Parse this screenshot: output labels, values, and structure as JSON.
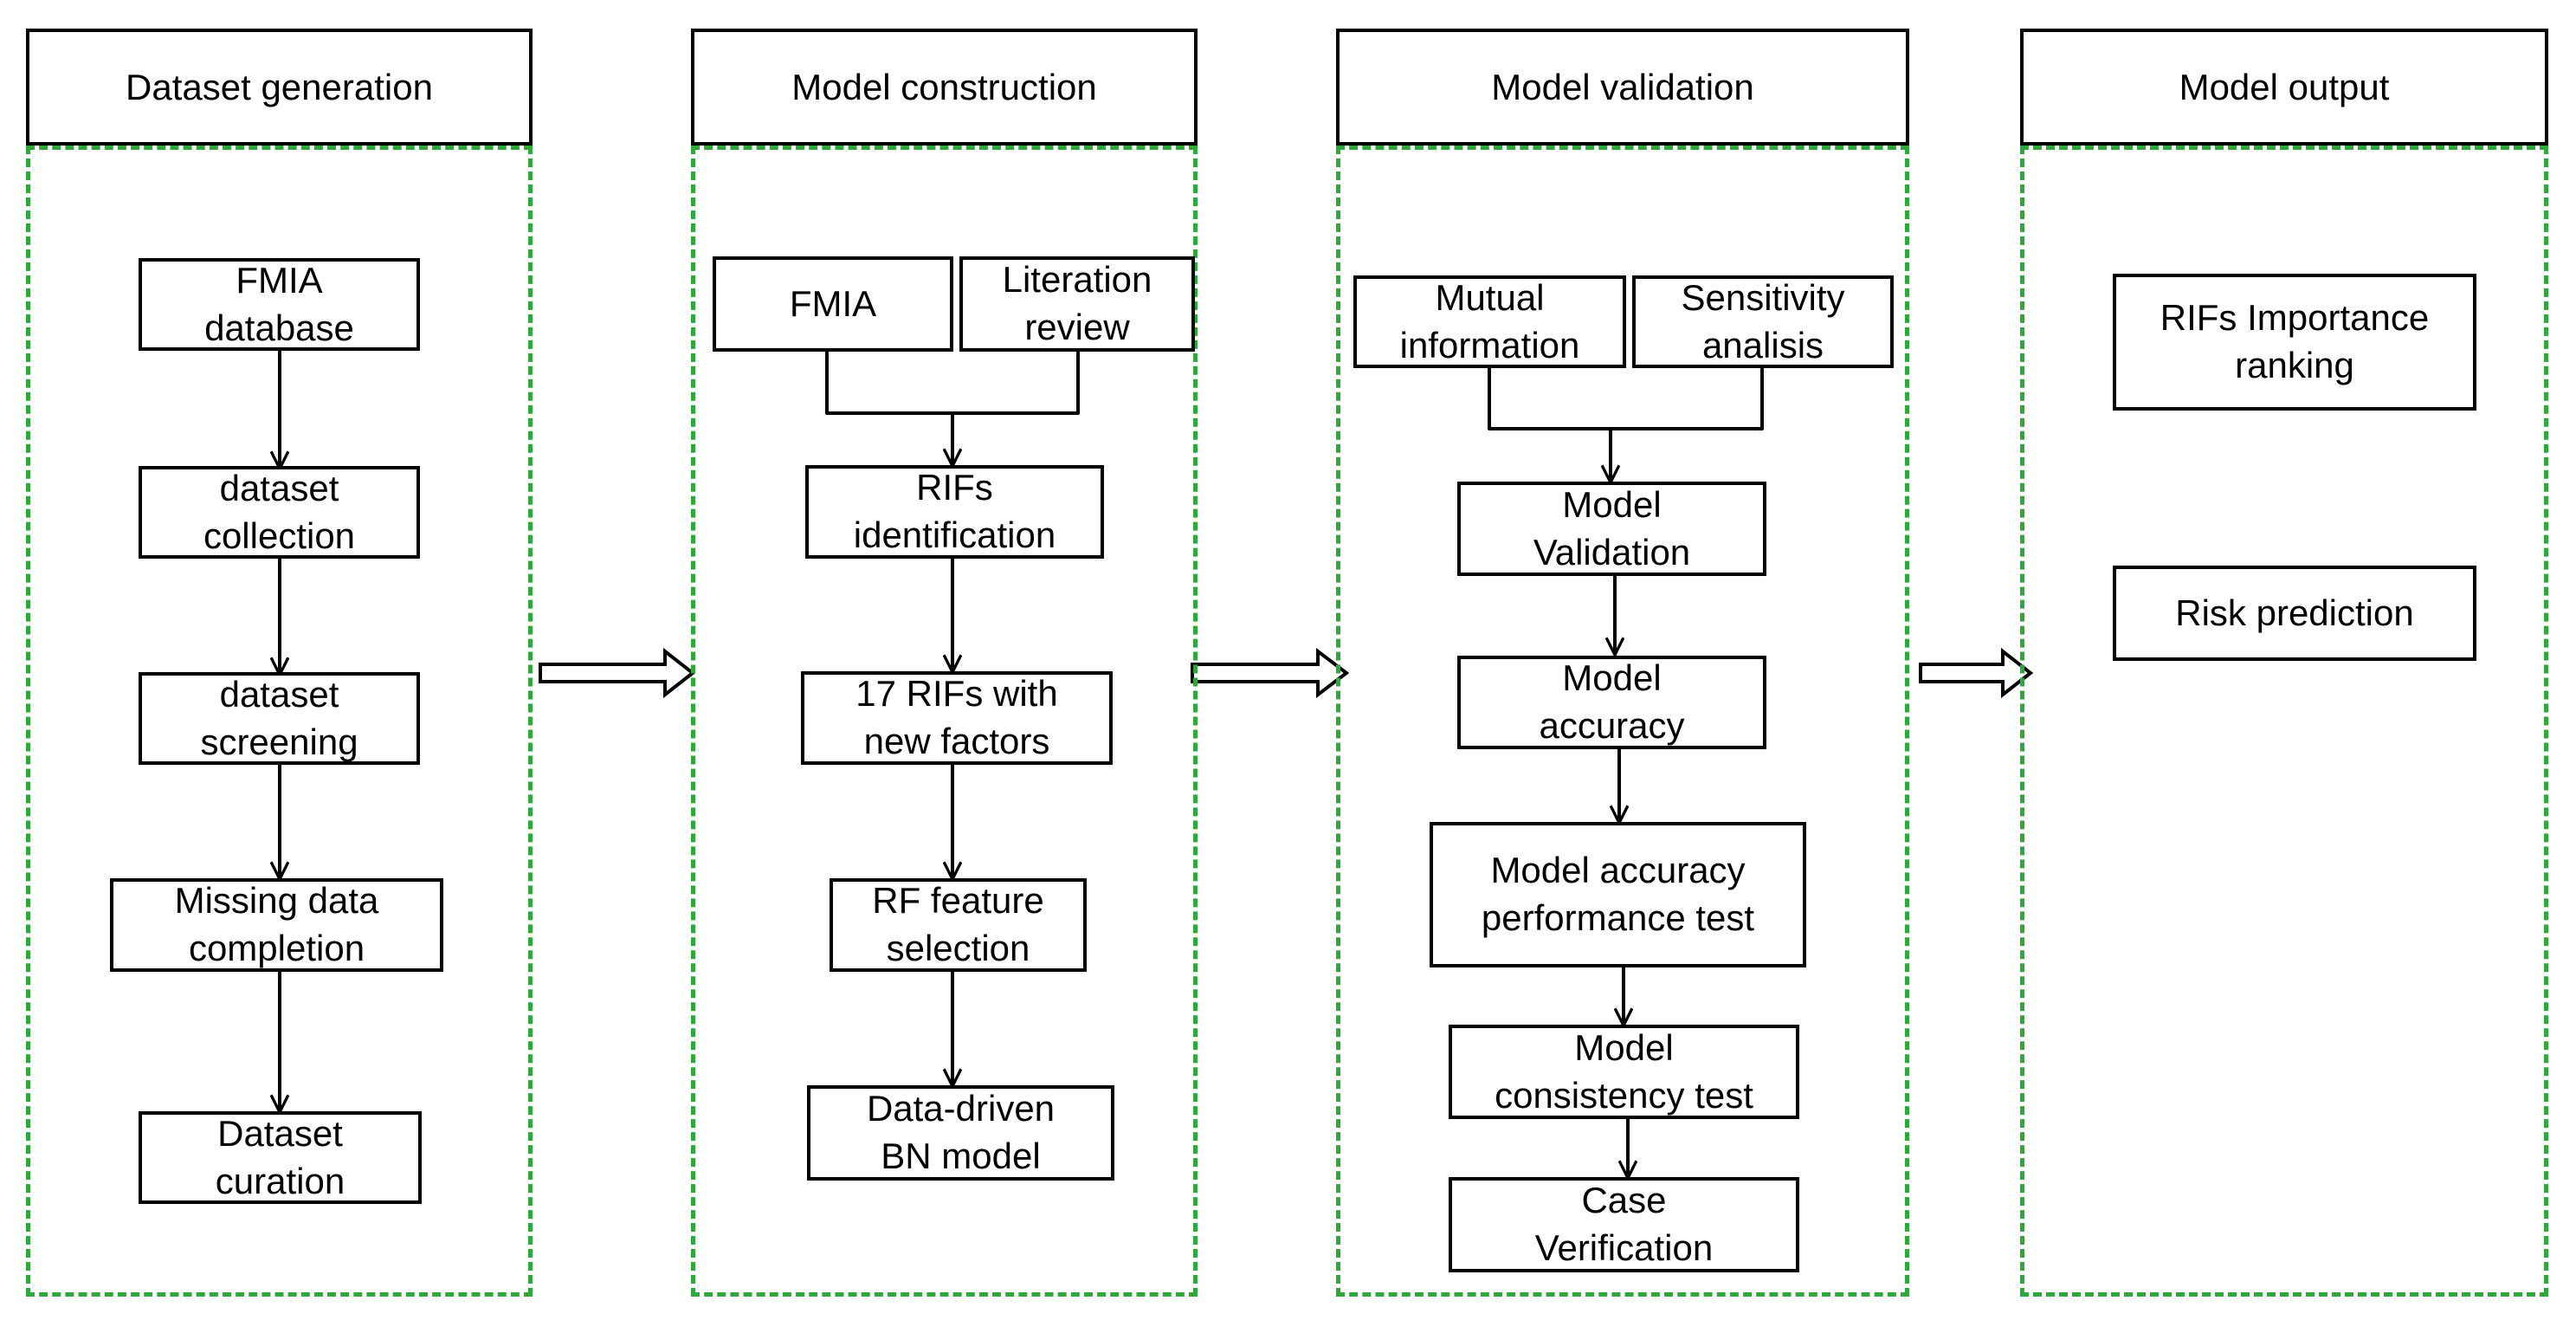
{
  "colors": {
    "panel_border": "#2ea83a",
    "line": "#000000",
    "box_border": "#000000",
    "background": "#ffffff"
  },
  "columns": [
    {
      "header": "Dataset generation",
      "boxes": [
        "FMIA\ndatabase",
        "dataset\ncollection",
        "dataset\nscreening",
        "Missing data\ncompletion",
        "Dataset\ncuration"
      ]
    },
    {
      "header": "Model construction",
      "boxes": [
        "FMIA",
        "Literation\nreview",
        "RIFs\nidentification",
        "17 RIFs with\nnew factors",
        "RF feature\nselection",
        "Data-driven\nBN model"
      ]
    },
    {
      "header": "Model validation",
      "boxes": [
        "Mutual\ninformation",
        "Sensitivity\nanalisis",
        "Model\nValidation",
        "Model\naccuracy",
        "Model accuracy\nperformance test",
        "Model\nconsistency test",
        "Case\nVerification"
      ]
    },
    {
      "header": "Model output",
      "boxes": [
        "RIFs Importance\nranking",
        "Risk prediction"
      ]
    }
  ]
}
